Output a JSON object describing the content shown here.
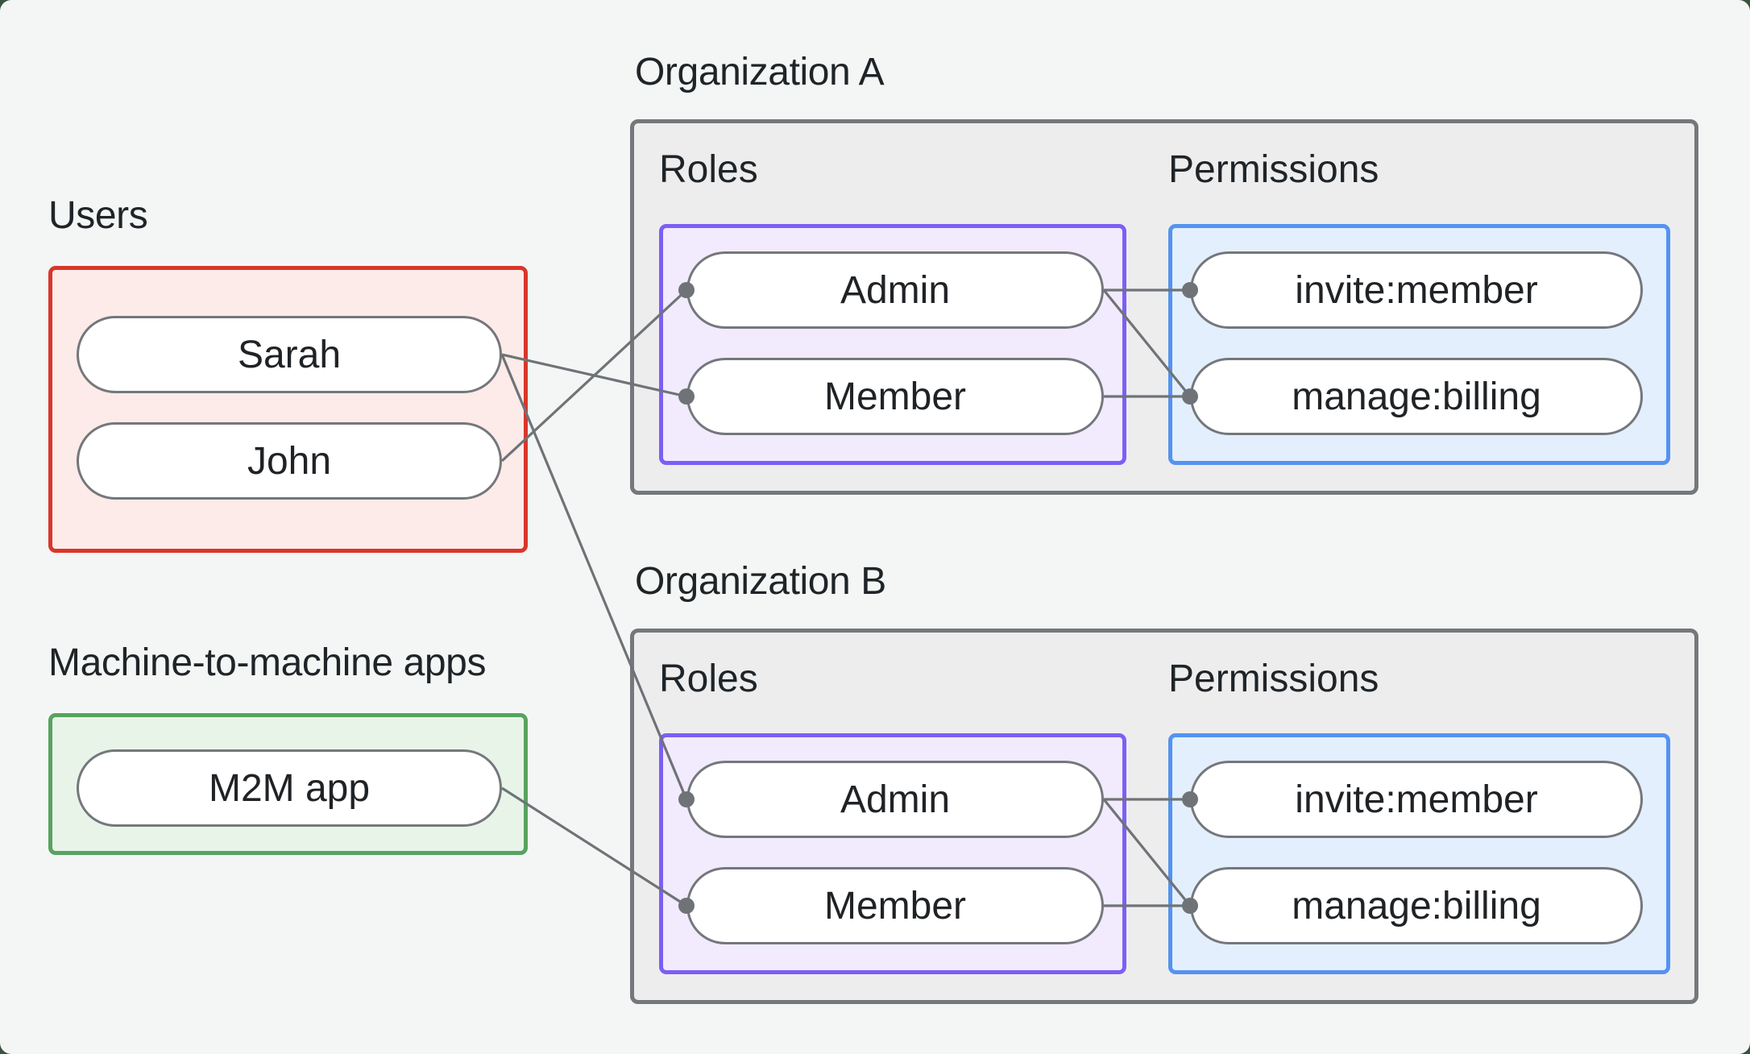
{
  "page": {
    "outer_background": "#39543f",
    "canvas_background": "#f4f6f5"
  },
  "palette": {
    "users_border": "#da362a",
    "users_fill": "#fcebe9",
    "m2m_border": "#57a35f",
    "m2m_fill": "#e9f4e9",
    "org_border": "#75787b",
    "org_fill": "#ededee",
    "roles_border": "#7d5ef6",
    "roles_fill": "#f1ebfd",
    "permissions_border": "#5493f0",
    "permissions_fill": "#e3effc",
    "connector": "#6f7377",
    "pill_border": "#74777b",
    "text": "#1f2428"
  },
  "users": {
    "label": "Users",
    "items": [
      "Sarah",
      "John"
    ]
  },
  "m2m": {
    "label": "Machine-to-machine apps",
    "items": [
      "M2M app"
    ]
  },
  "orgs": [
    {
      "title": "Organization A",
      "roles_label": "Roles",
      "permissions_label": "Permissions",
      "roles": [
        "Admin",
        "Member"
      ],
      "permissions": [
        "invite:member",
        "manage:billing"
      ]
    },
    {
      "title": "Organization B",
      "roles_label": "Roles",
      "permissions_label": "Permissions",
      "roles": [
        "Admin",
        "Member"
      ],
      "permissions": [
        "invite:member",
        "manage:billing"
      ]
    }
  ],
  "connections": [
    {
      "from": "user-sarah",
      "to": "org-a-role-member"
    },
    {
      "from": "user-john",
      "to": "org-a-role-admin"
    },
    {
      "from": "user-sarah",
      "to": "org-b-role-admin"
    },
    {
      "from": "app-m2m",
      "to": "org-b-role-member"
    },
    {
      "from": "org-a-role-admin",
      "to": "org-a-perm-invite"
    },
    {
      "from": "org-a-role-admin",
      "to": "org-a-perm-manage"
    },
    {
      "from": "org-a-role-member",
      "to": "org-a-perm-manage"
    },
    {
      "from": "org-b-role-admin",
      "to": "org-b-perm-invite"
    },
    {
      "from": "org-b-role-admin",
      "to": "org-b-perm-manage"
    },
    {
      "from": "org-b-role-member",
      "to": "org-b-perm-manage"
    }
  ]
}
